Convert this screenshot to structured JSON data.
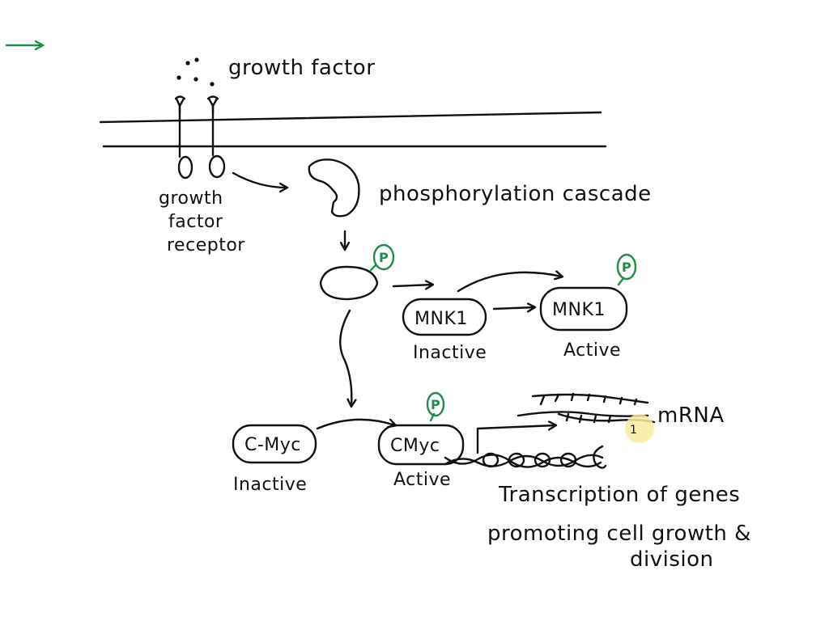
{
  "colors": {
    "ink": "#111111",
    "accent_green": "#1e8c4a",
    "highlight": "#f6ec9c",
    "background": "#ffffff"
  },
  "labels": {
    "growth_factor": "growth factor",
    "receptor_line1": "growth",
    "receptor_line2": "factor",
    "receptor_line3": "receptor",
    "phosphorylation_cascade": "phosphorylation cascade",
    "mnk1_inactive": "MNK1",
    "mnk1_active": "MNK1",
    "mnk1_inactive_state": "Inactive",
    "mnk1_active_state": "Active",
    "cmyc_inactive": "C-Myc",
    "cmyc_active": "CMyc",
    "cmyc_inactive_state": "Inactive",
    "cmyc_active_state": "Active",
    "mrna": "mRNA",
    "phospho_tag": "P",
    "transcription_line1": "Transcription of genes",
    "transcription_line2": "promoting cell growth &",
    "transcription_line3": "division"
  },
  "icons": [
    "arrow-right-icon",
    "ligand-dots-icon",
    "receptor-icon",
    "phosphate-icon",
    "dna-helix-icon",
    "mrna-strand-icon"
  ]
}
